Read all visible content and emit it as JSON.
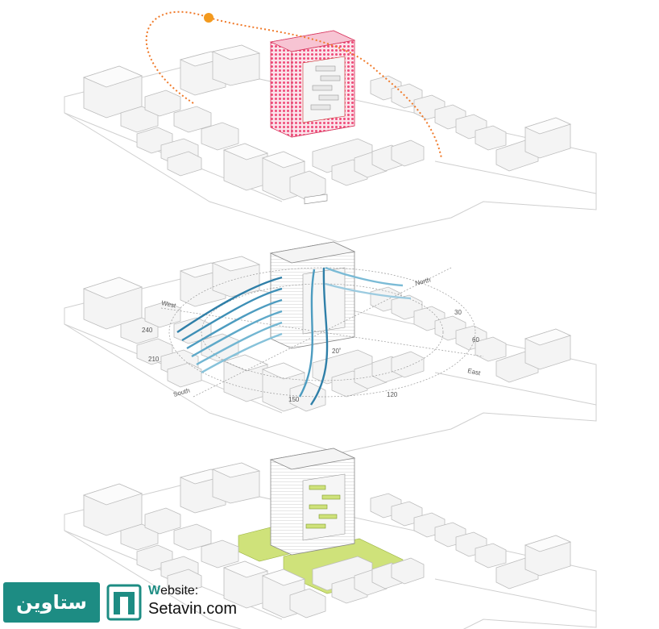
{
  "panels": [
    {
      "id": "solar",
      "label": "solar-path-diagram"
    },
    {
      "id": "wind",
      "label": "wind-flow-diagram"
    },
    {
      "id": "green",
      "label": "green-space-diagram"
    }
  ],
  "wind_labels": {
    "north": "North",
    "west": "West",
    "south": "South",
    "east": "East",
    "d30": "30",
    "d60": "60",
    "d120": "120",
    "d150": "150",
    "d210": "210",
    "d240": "240",
    "d20": "20˚"
  },
  "colors": {
    "facade_pink": "#ef4b7a",
    "sun_orange": "#f39a1e",
    "wind_blue": "#2f7fa8",
    "green_space": "#cfe27a",
    "logo_teal": "#1d8c83"
  },
  "logo": {
    "arabic": "ستاوين",
    "website_label_initial": "W",
    "website_label_rest": "ebsite:",
    "url": "Setavin.com"
  }
}
